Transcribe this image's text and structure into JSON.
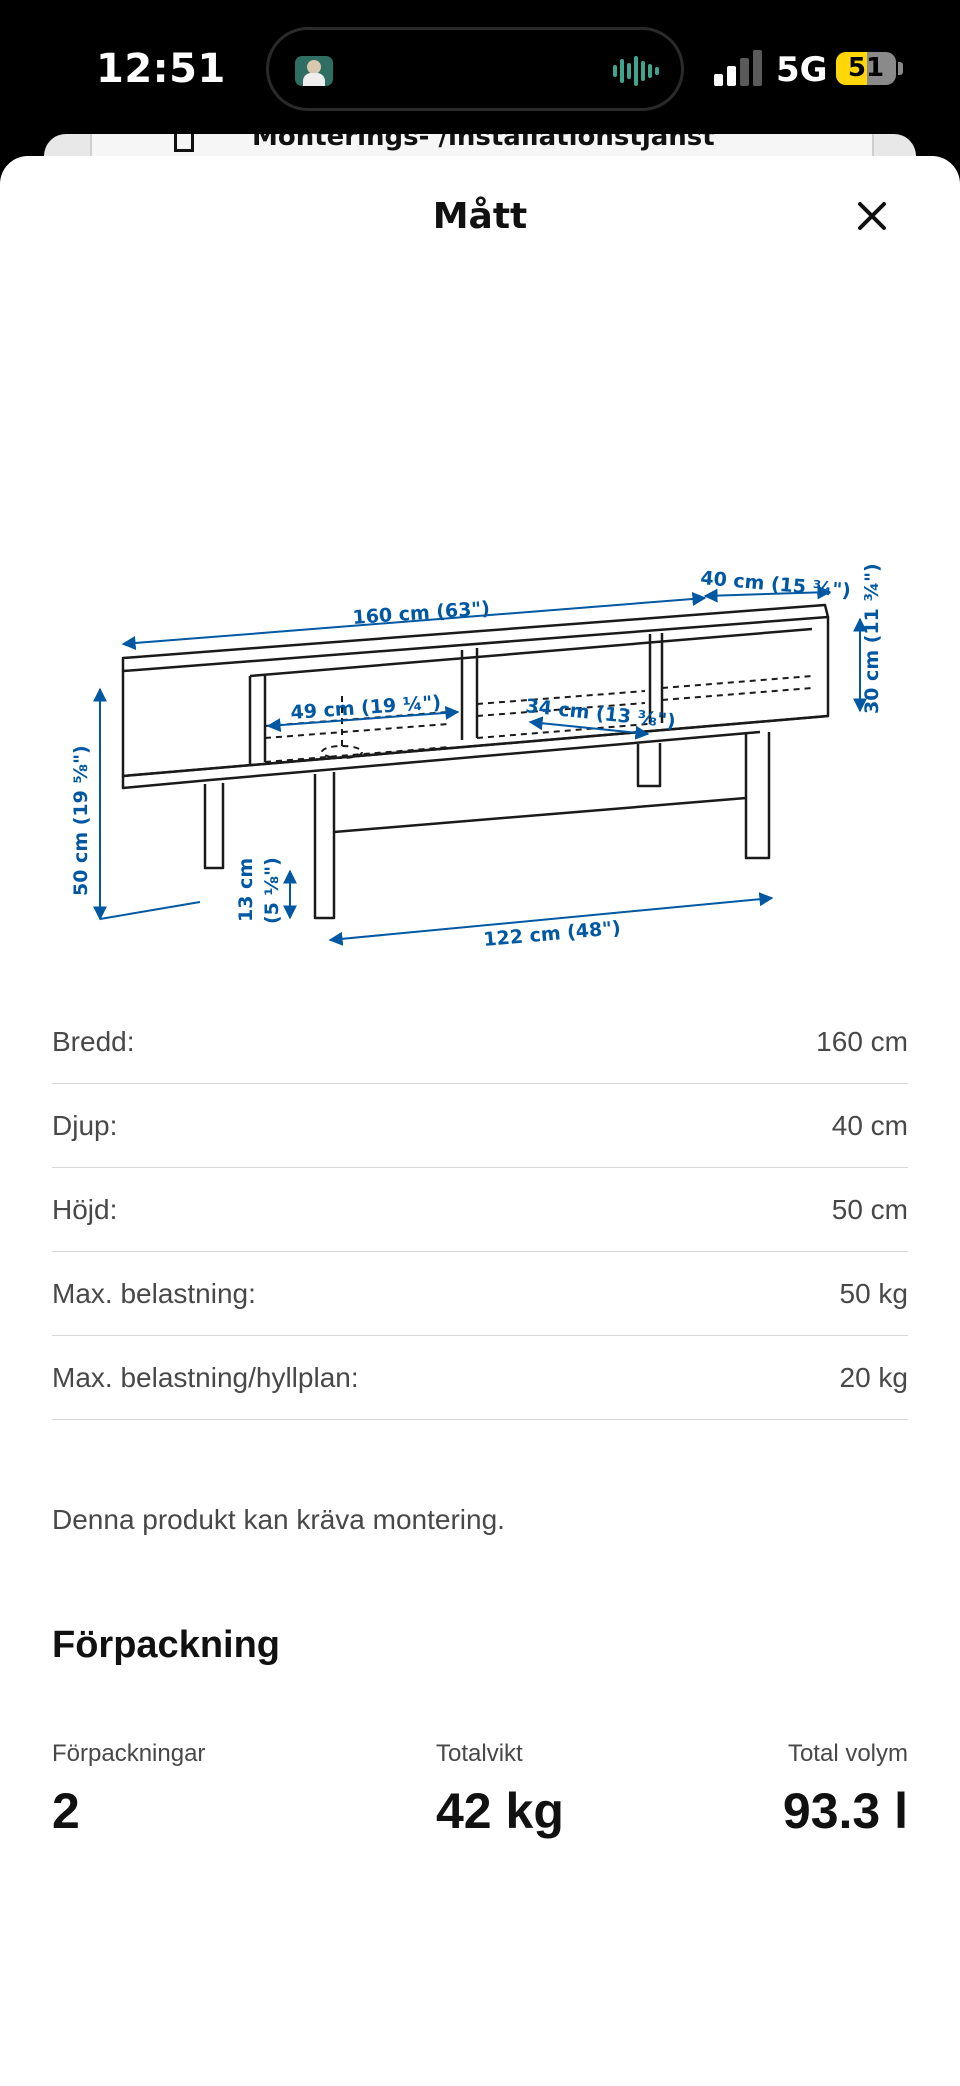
{
  "status_bar": {
    "time": "12:51",
    "network": "5G",
    "battery_level": "51",
    "battery_fraction": 0.51
  },
  "background_sheet": {
    "text": "Monterings- /installationstjänst",
    "icon": "document-icon"
  },
  "sheet": {
    "title": "Mått",
    "close_icon": "close-icon"
  },
  "illustration": {
    "labels": {
      "width": "160 cm (63\")",
      "depth": "40 cm (15 ¾\")",
      "height": "50 cm (19 ⅝\")",
      "inner_height": "30 cm (11 ¾\")",
      "shelf_width": "49 cm (19 ¼\")",
      "shelf_depth": "34 cm (13 ⅜\")",
      "leg_height": "13 cm",
      "leg_height_in": "(5 ⅛\")",
      "leg_span": "122 cm (48\")"
    },
    "dimension_color": "#0058a3"
  },
  "dimensions": [
    {
      "label": "Bredd:",
      "value": "160 cm"
    },
    {
      "label": "Djup:",
      "value": "40 cm"
    },
    {
      "label": "Höjd:",
      "value": "50 cm"
    },
    {
      "label": "Max. belastning:",
      "value": "50 kg"
    },
    {
      "label": "Max. belastning/hyllplan:",
      "value": "20 kg"
    }
  ],
  "note": "Denna produkt kan kräva montering.",
  "packaging": {
    "heading": "Förpackning",
    "packages_label": "Förpackningar",
    "packages_value": "2",
    "weight_label": "Totalvikt",
    "weight_value": "42 kg",
    "volume_label": "Total volym",
    "volume_value": "93.3 l"
  }
}
